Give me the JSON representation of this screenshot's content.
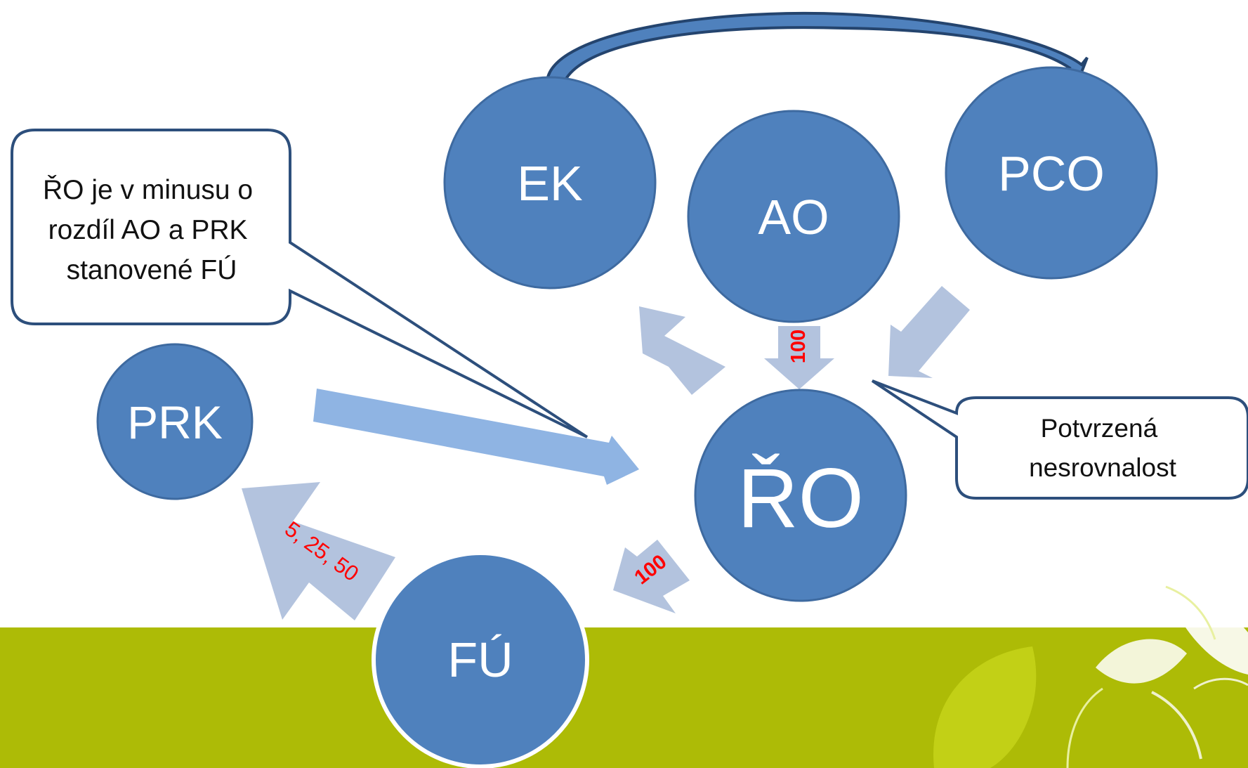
{
  "nodes": {
    "ek": "EK",
    "ao": "AO",
    "pco": "PCO",
    "prk": "PRK",
    "ro": "ŘO",
    "fu": "FÚ"
  },
  "callouts": {
    "left": [
      "ŘO je v minusu o",
      "rozdíl AO a PRK",
      "stanovené FÚ"
    ],
    "right": [
      "Potvrzená",
      "nesrovnalost"
    ]
  },
  "arrow_labels": {
    "ao_to_ro": "100",
    "ro_to_fu": "100",
    "fu_to_prk": "5, 25, 50"
  },
  "colors": {
    "node_fill": "#4f81bd",
    "node_stroke": "#3e6aa0",
    "arrow_fill": "#b3c3de",
    "arrow_prk": "#8fb4e3",
    "band": "#adbb06",
    "label_red": "#ff0000"
  }
}
